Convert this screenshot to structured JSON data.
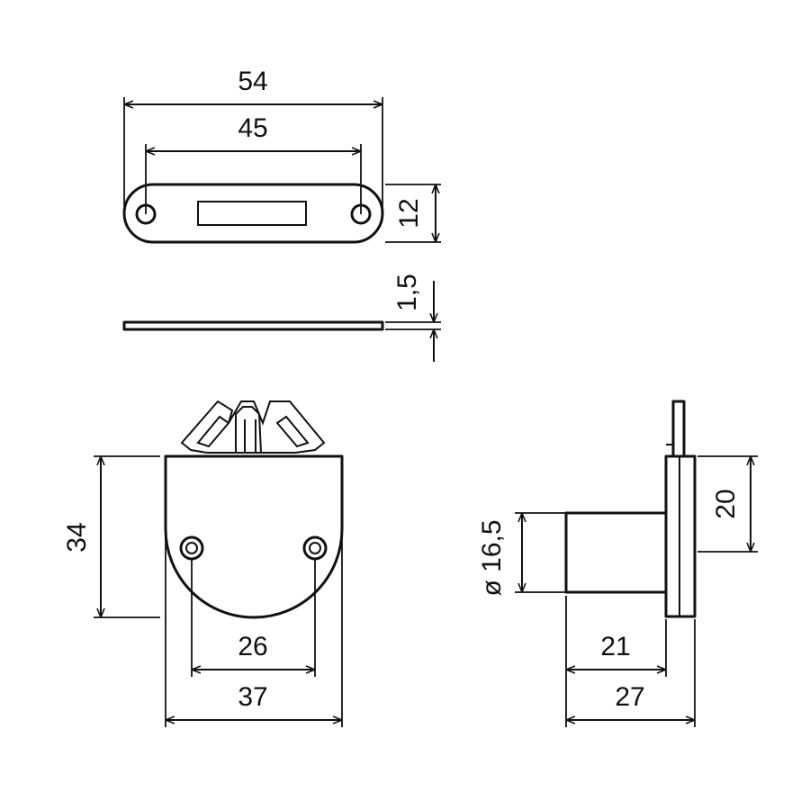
{
  "dimensions": {
    "strike_plate_length": "54",
    "strike_plate_hole_spacing": "45",
    "strike_plate_height": "12",
    "strike_plate_thickness": "1,5",
    "latch_height": "34",
    "latch_hole_spacing": "26",
    "latch_width": "37",
    "body_diameter": "ø 16,5",
    "flange_height": "20",
    "body_length": "21",
    "total_depth": "27"
  },
  "colors": {
    "line": "#111111",
    "background": "#ffffff"
  }
}
